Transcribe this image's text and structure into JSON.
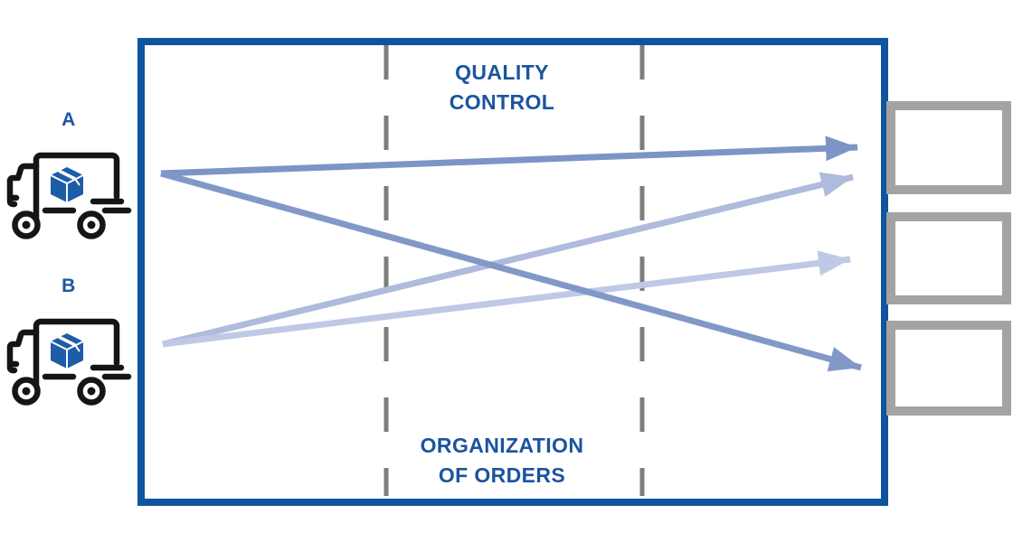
{
  "trucks": [
    {
      "label": "A"
    },
    {
      "label": "B"
    }
  ],
  "facility": {
    "top_zone_label": [
      "QUALITY",
      "CONTROL"
    ],
    "bottom_zone_label": [
      "ORGANIZATION",
      "OF ORDERS"
    ]
  },
  "docks": {
    "count": 3
  },
  "flows": [
    {
      "from": "A",
      "to": "dock-1",
      "color": "#7d94c6"
    },
    {
      "from": "A",
      "to": "dock-3",
      "color": "#8198c9"
    },
    {
      "from": "B",
      "to": "dock-1",
      "color": "#aebbdc"
    },
    {
      "from": "B",
      "to": "dock-2",
      "color": "#bfc9e6"
    }
  ],
  "colors": {
    "facility_border": "#0f549e",
    "zone_label_text": "#1a549e",
    "truck_label_text": "#1b56a0",
    "truck_outline": "#151515",
    "package_blue": "#1d5ca8",
    "divider_gray": "#7d7d7d",
    "dock_border_gray": "#a3a3a3"
  }
}
